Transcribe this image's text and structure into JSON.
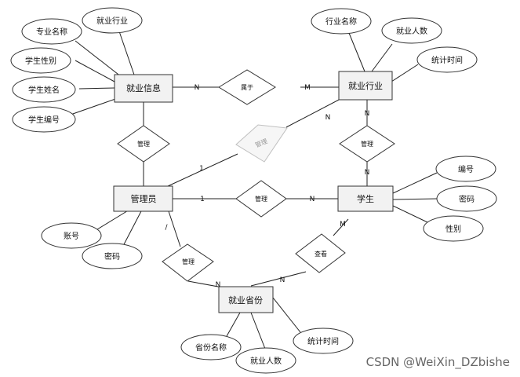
{
  "entities": {
    "employment_info": "就业信息",
    "employment_industry": "就业行业",
    "admin": "管理员",
    "student": "学生",
    "employment_province": "就业省份"
  },
  "attributes": {
    "major_name": "专业名称",
    "industry": "就业行业",
    "student_gender": "学生性别",
    "student_name": "学生姓名",
    "student_no": "学生编号",
    "industry_name": "行业名称",
    "employed_count_1": "就业人数",
    "stat_time_1": "统计时间",
    "no": "编号",
    "password_1": "密码",
    "gender": "性别",
    "account": "账号",
    "password_2": "密码",
    "province_name": "省份名称",
    "employed_count_2": "就业人数",
    "stat_time_2": "统计时间"
  },
  "relationships": {
    "belongs": "属于",
    "manage_info": "管理",
    "manage_industry": "管理",
    "manage_student_industry": "管理",
    "manage_student": "管理",
    "manage_province": "管理",
    "view": "查看"
  },
  "cardinalities": {
    "c1": "N",
    "c2": "M",
    "c3": "N",
    "c4": "1",
    "c5": "N",
    "c6": "N",
    "c7": "1",
    "c8": "N",
    "c9": "/",
    "c10": "N",
    "c11": "M",
    "c12": "N"
  },
  "watermark": "CSDN @WeiXin_DZbishe"
}
